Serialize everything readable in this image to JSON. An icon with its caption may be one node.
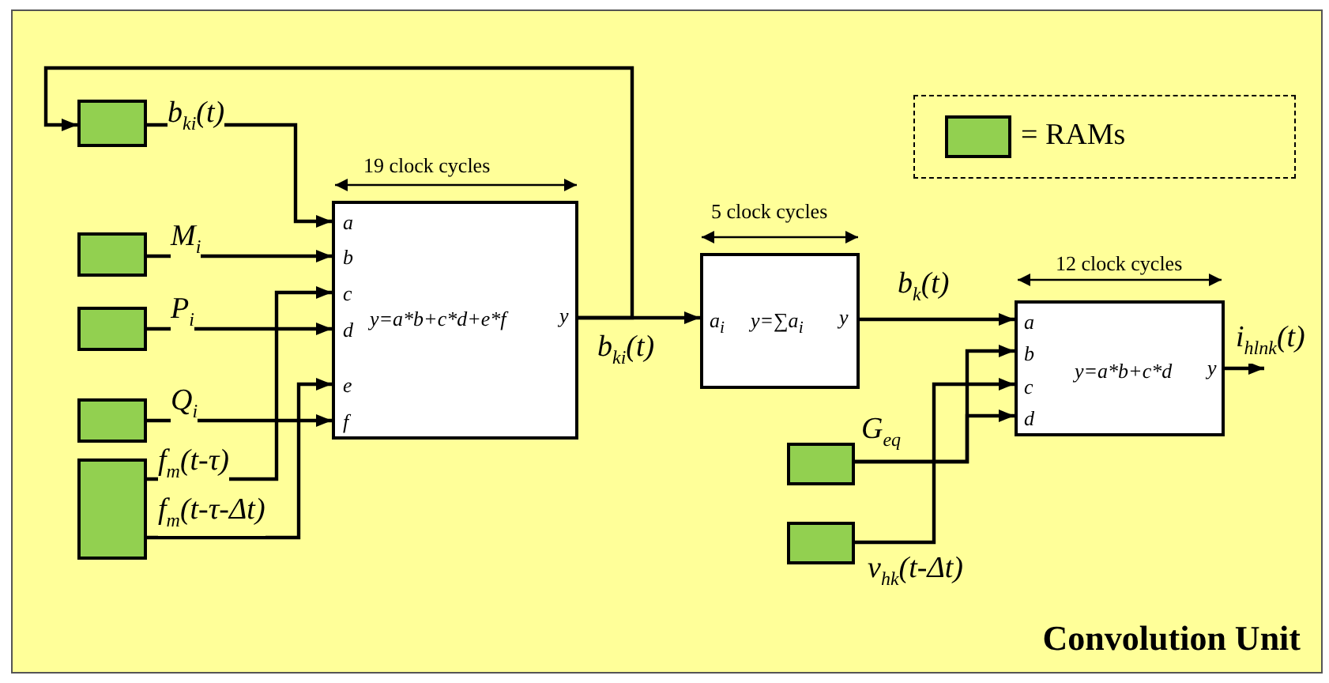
{
  "diagram": {
    "title": "Convolution Unit",
    "nodes": [
      {
        "text": [],
        "shape": "box"
      },
      {
        "text": [],
        "shape": "box"
      },
      {
        "text": [],
        "shape": "box"
      },
      {
        "text": [],
        "shape": "box"
      },
      {
        "text": [],
        "shape": "box"
      },
      {
        "text": [
          "a",
          "b",
          "c",
          "d",
          "e",
          "f",
          "y=a*b+c*d+e*f",
          "y"
        ],
        "beside": [
          "19 clock cycles"
        ]
      },
      {
        "text": [
          "a$_{i}$",
          "y=∑a$_{i}$",
          "y"
        ],
        "beside": [
          "5 clock cycles"
        ]
      },
      {
        "text": [
          "a",
          "b",
          "c",
          "d",
          "y=a*b+c*d",
          "y"
        ],
        "beside": [
          "12 clock cycles"
        ]
      },
      {
        "text": [],
        "shape": "box"
      },
      {
        "text": [],
        "shape": "box"
      }
    ],
    "edges": [
      {
        "from": 0,
        "to": 5,
        "arrow": "to",
        "label": "b$_{ki}$(t)"
      },
      {
        "from": 1,
        "to": 5,
        "arrow": "to",
        "label": "M$_{i}$"
      },
      {
        "from": 2,
        "to": 5,
        "arrow": "to",
        "label": "P$_{i}$"
      },
      {
        "from": 3,
        "to": 5,
        "arrow": "to",
        "label": "Q$_{i}$"
      },
      {
        "from": 4,
        "to": 5,
        "arrow": "to",
        "label": "f$_{m}$(t-τ)"
      },
      {
        "from": 4,
        "to": 5,
        "arrow": "to",
        "label": "f$_{m}$(t-τ-Δt)"
      },
      {
        "from": 5,
        "to": 6,
        "arrow": "to",
        "label": "b$_{ki}$(t)"
      },
      {
        "from": 5,
        "to": 0,
        "arrow": "to"
      },
      {
        "from": 6,
        "to": 7,
        "arrow": "to",
        "label": "b$_{k}$(t)"
      },
      {
        "from": 8,
        "to": 7,
        "arrow": "to",
        "label": "G$_{eq}$"
      },
      {
        "from": 8,
        "to": 7,
        "arrow": "to"
      },
      {
        "from": 9,
        "to": 7,
        "arrow": "to",
        "label": "v$_{hk}$(t-Δt)"
      },
      {
        "from": 7,
        "to": null,
        "arrow": "to",
        "label": "i$_{hlnk}$(t)"
      }
    ],
    "legend": [
      {
        "text": "= RAMs",
        "color": "#92d050"
      }
    ]
  }
}
